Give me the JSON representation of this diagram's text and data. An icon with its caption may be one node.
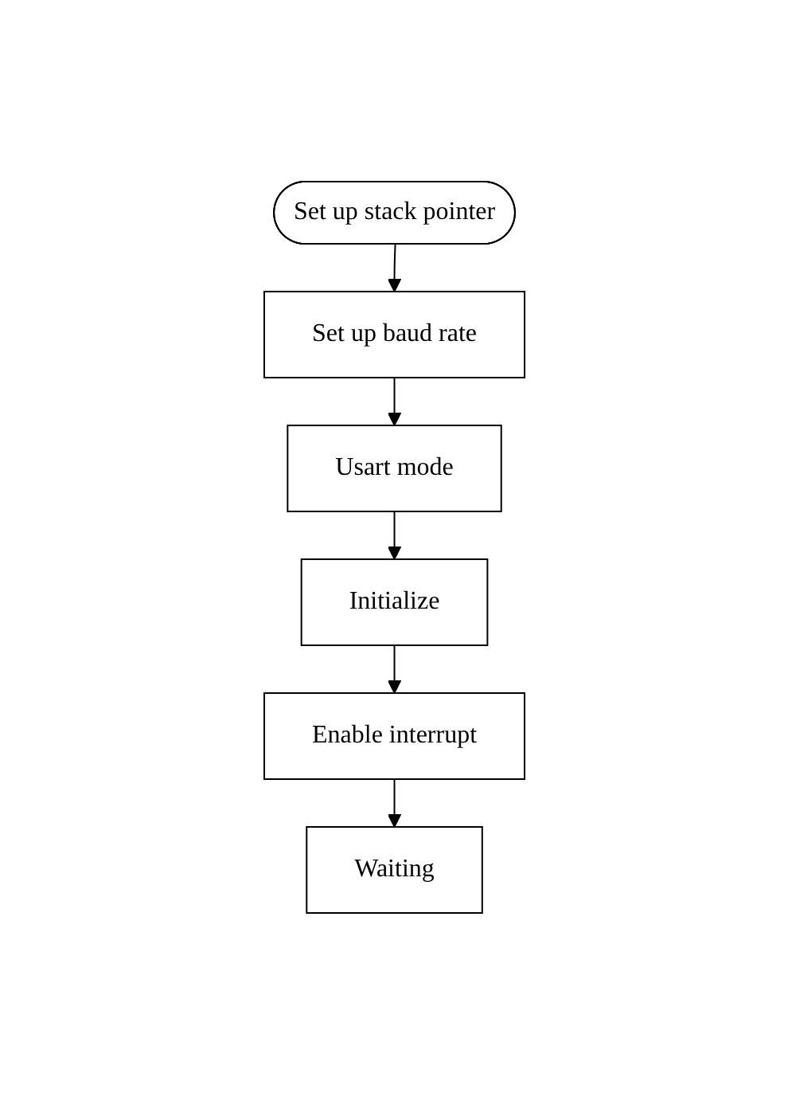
{
  "diagram": {
    "nodes": [
      {
        "text": [
          "Set up stack pointer"
        ]
      },
      {
        "text": [
          "Set up baud rate"
        ]
      },
      {
        "text": [
          "Usart mode"
        ]
      },
      {
        "text": [
          "Initialize"
        ]
      },
      {
        "text": [
          "Enable interrupt"
        ]
      },
      {
        "text": [
          "Waiting"
        ]
      }
    ],
    "edges": [
      {
        "from": 0,
        "to": 1,
        "arrow": "to"
      },
      {
        "from": 1,
        "to": 2,
        "arrow": "to"
      },
      {
        "from": 2,
        "to": 3,
        "arrow": "to"
      },
      {
        "from": 3,
        "to": 4,
        "arrow": "to"
      },
      {
        "from": 4,
        "to": 5,
        "arrow": "to"
      }
    ]
  }
}
